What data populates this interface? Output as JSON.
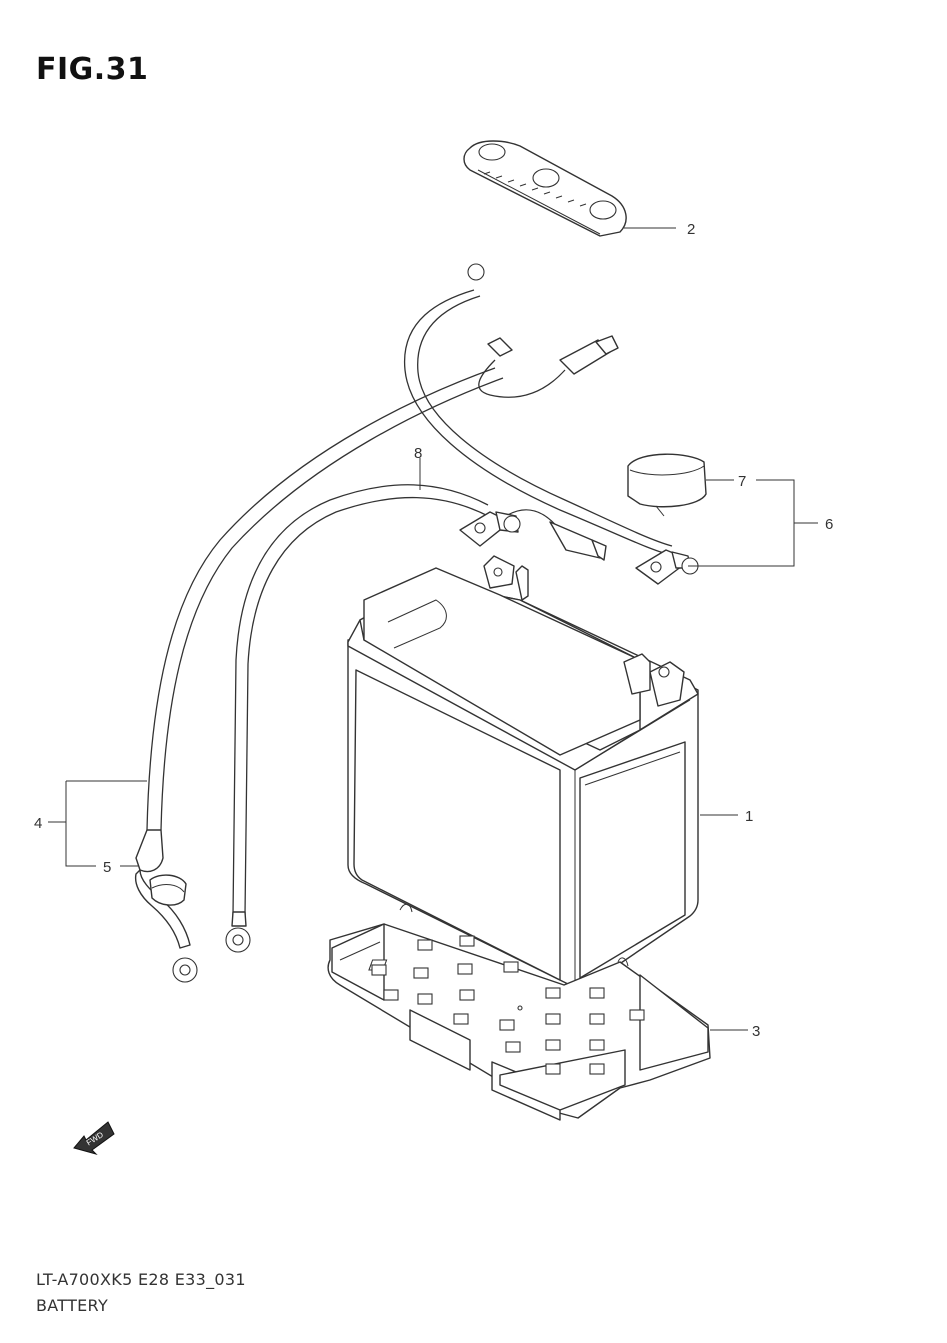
{
  "figure": {
    "title": "FIG.31",
    "code": "LT-A700XK5 E28 E33_031",
    "caption": "BATTERY",
    "direction_marker": "FWD"
  },
  "callouts": [
    "1",
    "2",
    "3",
    "4",
    "5",
    "6",
    "7",
    "8"
  ]
}
